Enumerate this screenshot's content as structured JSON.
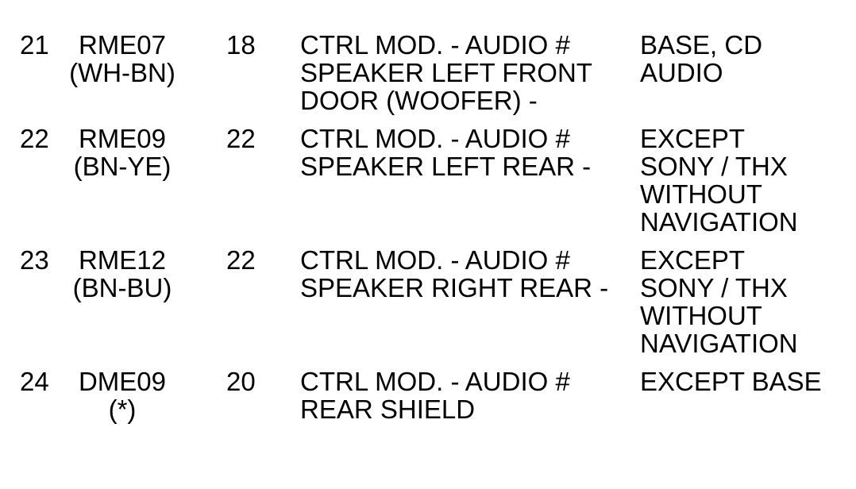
{
  "document": {
    "kind": "wiring-connector-pin-table",
    "background_color": "#ffffff",
    "text_color": "#000000"
  },
  "chart_data": {
    "type": "table",
    "rows": [
      {
        "pin": "21",
        "circuit_code": "RME07",
        "wire_color": "(WH-BN)",
        "gauge": "18",
        "description": "CTRL MOD. - AUDIO # SPEAKER LEFT FRONT DOOR (WOOFER) -",
        "application": "BASE, CD AUDIO"
      },
      {
        "pin": "22",
        "circuit_code": "RME09",
        "wire_color": "(BN-YE)",
        "gauge": "22",
        "description": "CTRL MOD. - AUDIO # SPEAKER LEFT REAR -",
        "application": "EXCEPT SONY / THX WITHOUT NAVIGATION"
      },
      {
        "pin": "23",
        "circuit_code": "RME12",
        "wire_color": "(BN-BU)",
        "gauge": "22",
        "description": "CTRL MOD. - AUDIO # SPEAKER RIGHT REAR -",
        "application": "EXCEPT SONY / THX WITHOUT NAVIGATION"
      },
      {
        "pin": "24",
        "circuit_code": "DME09",
        "wire_color": "(*)",
        "gauge": "20",
        "description": "CTRL MOD. - AUDIO # REAR SHIELD",
        "application": "EXCEPT BASE"
      }
    ]
  },
  "table": {
    "rows": [
      {
        "pin": "21",
        "wire_lines": [
          "RME07",
          "(WH-BN)"
        ],
        "gauge": "18",
        "circuit_lines": [
          "CTRL MOD. - AUDIO #",
          "SPEAKER LEFT FRONT",
          "DOOR (WOOFER) -"
        ],
        "application_lines": [
          "BASE, CD",
          "AUDIO"
        ]
      },
      {
        "pin": "22",
        "wire_lines": [
          "RME09",
          "(BN-YE)"
        ],
        "gauge": "22",
        "circuit_lines": [
          "CTRL MOD. - AUDIO #",
          "SPEAKER LEFT REAR -"
        ],
        "application_lines": [
          "EXCEPT",
          "SONY / THX",
          "WITHOUT",
          "NAVIGATION"
        ]
      },
      {
        "pin": "23",
        "wire_lines": [
          "RME12",
          "(BN-BU)"
        ],
        "gauge": "22",
        "circuit_lines": [
          "CTRL MOD. - AUDIO #",
          "SPEAKER RIGHT REAR -"
        ],
        "application_lines": [
          "EXCEPT",
          "SONY / THX",
          "WITHOUT",
          "NAVIGATION"
        ]
      },
      {
        "pin": "24",
        "wire_lines": [
          "DME09",
          "(*)"
        ],
        "gauge": "20",
        "circuit_lines": [
          "CTRL MOD. - AUDIO #",
          "REAR SHIELD"
        ],
        "application_lines": [
          "EXCEPT BASE"
        ]
      }
    ]
  }
}
